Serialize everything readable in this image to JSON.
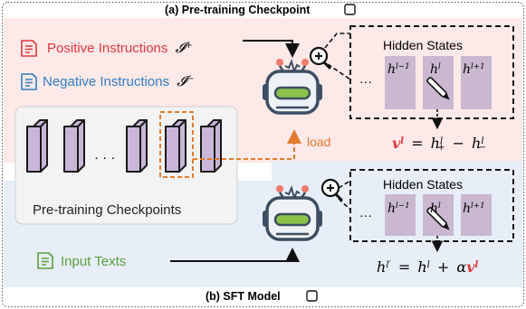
{
  "colors": {
    "pink_region": "#fde9e8",
    "blue_region": "#e7eef7",
    "positive": "#e0393f",
    "negative": "#2f7ec3",
    "input": "#5b9f3c",
    "hidden_bar": "#c9b8cf",
    "checkpoint": "#c9b6d8",
    "load": "#e07d2e",
    "robot_body": "#3d4e63",
    "robot_screen": "#8bc34a"
  },
  "top_section": {
    "title": "(a) Pre-training Checkpoint",
    "positive_label": "Positive Instructions",
    "positive_symbol": "𝓘",
    "positive_sign": "+",
    "negative_label": "Negative Instructions",
    "negative_symbol": "𝓘",
    "negative_sign": "−",
    "checkpoints_label": "Pre-training Checkpoints",
    "checkpoints_dots": "· · ·",
    "load_label": "load",
    "hidden_states_title": "Hidden States",
    "dots": "···",
    "h_prev": "h",
    "h_prev_sup": "l−1",
    "h_cur": "h",
    "h_cur_sup": "l",
    "h_next": "h",
    "h_next_sup": "l+1",
    "eq_v": "v",
    "eq_v_sup": "l",
    "eq_equals": "=",
    "eq_h1": "h",
    "eq_h1_sub": "+",
    "eq_h1_sup": "l",
    "eq_minus": "−",
    "eq_h2": "h",
    "eq_h2_sub": "−",
    "eq_h2_sup": "l"
  },
  "bottom_section": {
    "title": "(b) SFT Model",
    "input_label": "Input Texts",
    "hidden_states_title": "Hidden States",
    "dots": "···",
    "h_prev": "h",
    "h_prev_sup": "l−1",
    "h_cur": "h",
    "h_cur_sup": "l",
    "h_next": "h",
    "h_next_sup": "l+1",
    "eq_lhs": "h",
    "eq_lhs_sup": "l′",
    "eq_equals": "=",
    "eq_h": "h",
    "eq_h_sup": "l",
    "eq_plus": "+",
    "eq_alpha": "α",
    "eq_v": "v",
    "eq_v_sup": "l"
  }
}
